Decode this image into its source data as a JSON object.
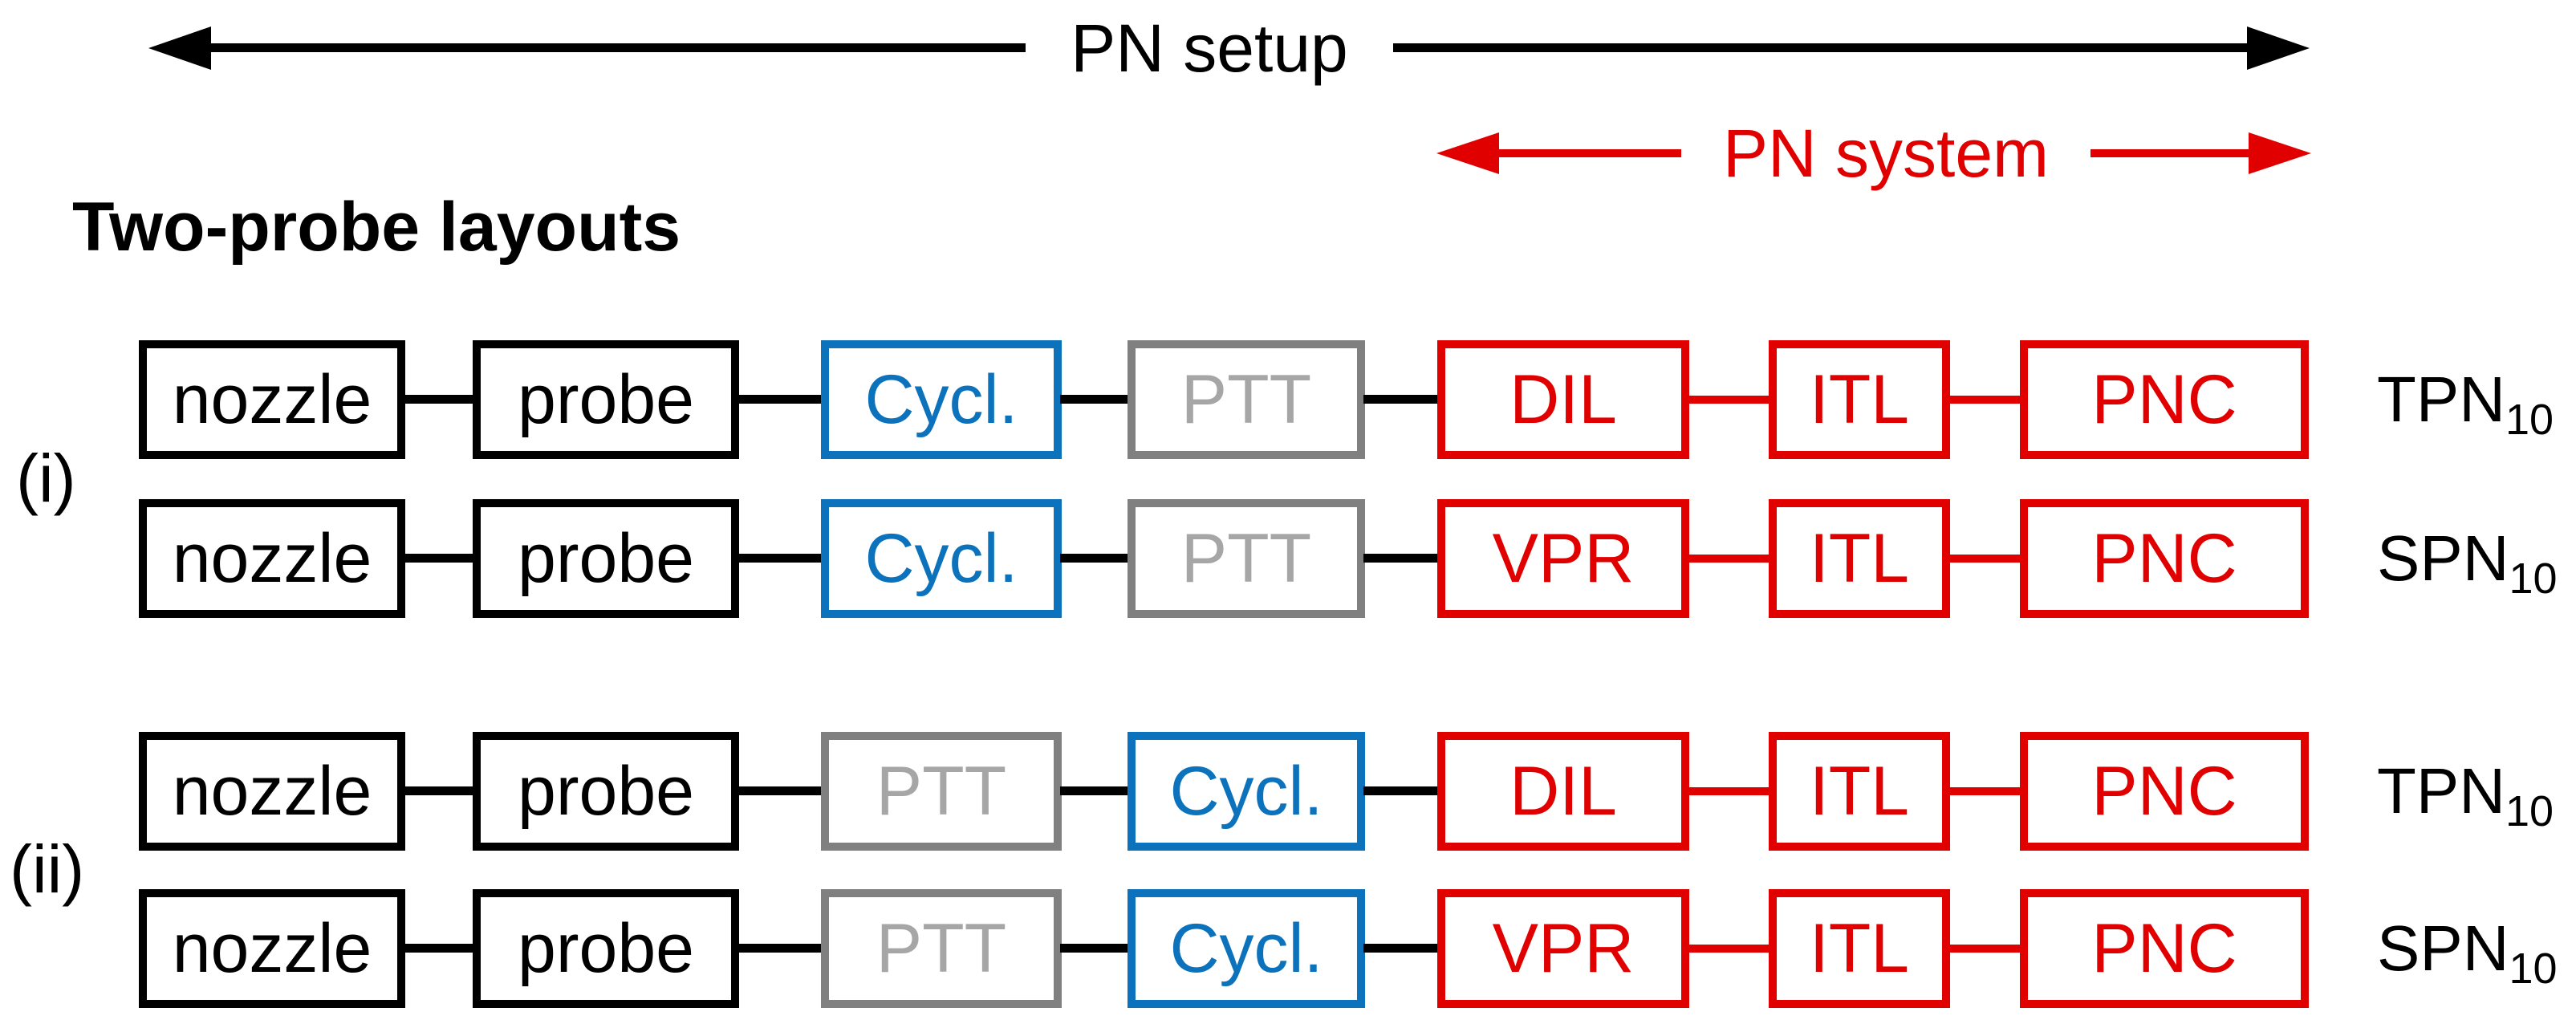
{
  "figure": {
    "pn_setup_label": "PN setup",
    "pn_system_label": "PN system",
    "heading": "Two-probe layouts"
  },
  "colors": {
    "black": "#000000",
    "blue": "#0d72bc",
    "gray_border": "#808080",
    "gray_text": "#a6a6a6",
    "red": "#e00000"
  },
  "sections": [
    {
      "label": "(i)",
      "rows": [
        {
          "boxes": [
            "nozzle",
            "probe",
            "Cycl.",
            "PTT",
            "DIL",
            "ITL",
            "PNC"
          ],
          "label_main": "TPN",
          "label_sub": "10"
        },
        {
          "boxes": [
            "nozzle",
            "probe",
            "Cycl.",
            "PTT",
            "VPR",
            "ITL",
            "PNC"
          ],
          "label_main": "SPN",
          "label_sub": "10"
        }
      ]
    },
    {
      "label": "(ii)",
      "rows": [
        {
          "boxes": [
            "nozzle",
            "probe",
            "PTT",
            "Cycl.",
            "DIL",
            "ITL",
            "PNC"
          ],
          "label_main": "TPN",
          "label_sub": "10"
        },
        {
          "boxes": [
            "nozzle",
            "probe",
            "PTT",
            "Cycl.",
            "VPR",
            "ITL",
            "PNC"
          ],
          "label_main": "SPN",
          "label_sub": "10"
        }
      ]
    }
  ]
}
